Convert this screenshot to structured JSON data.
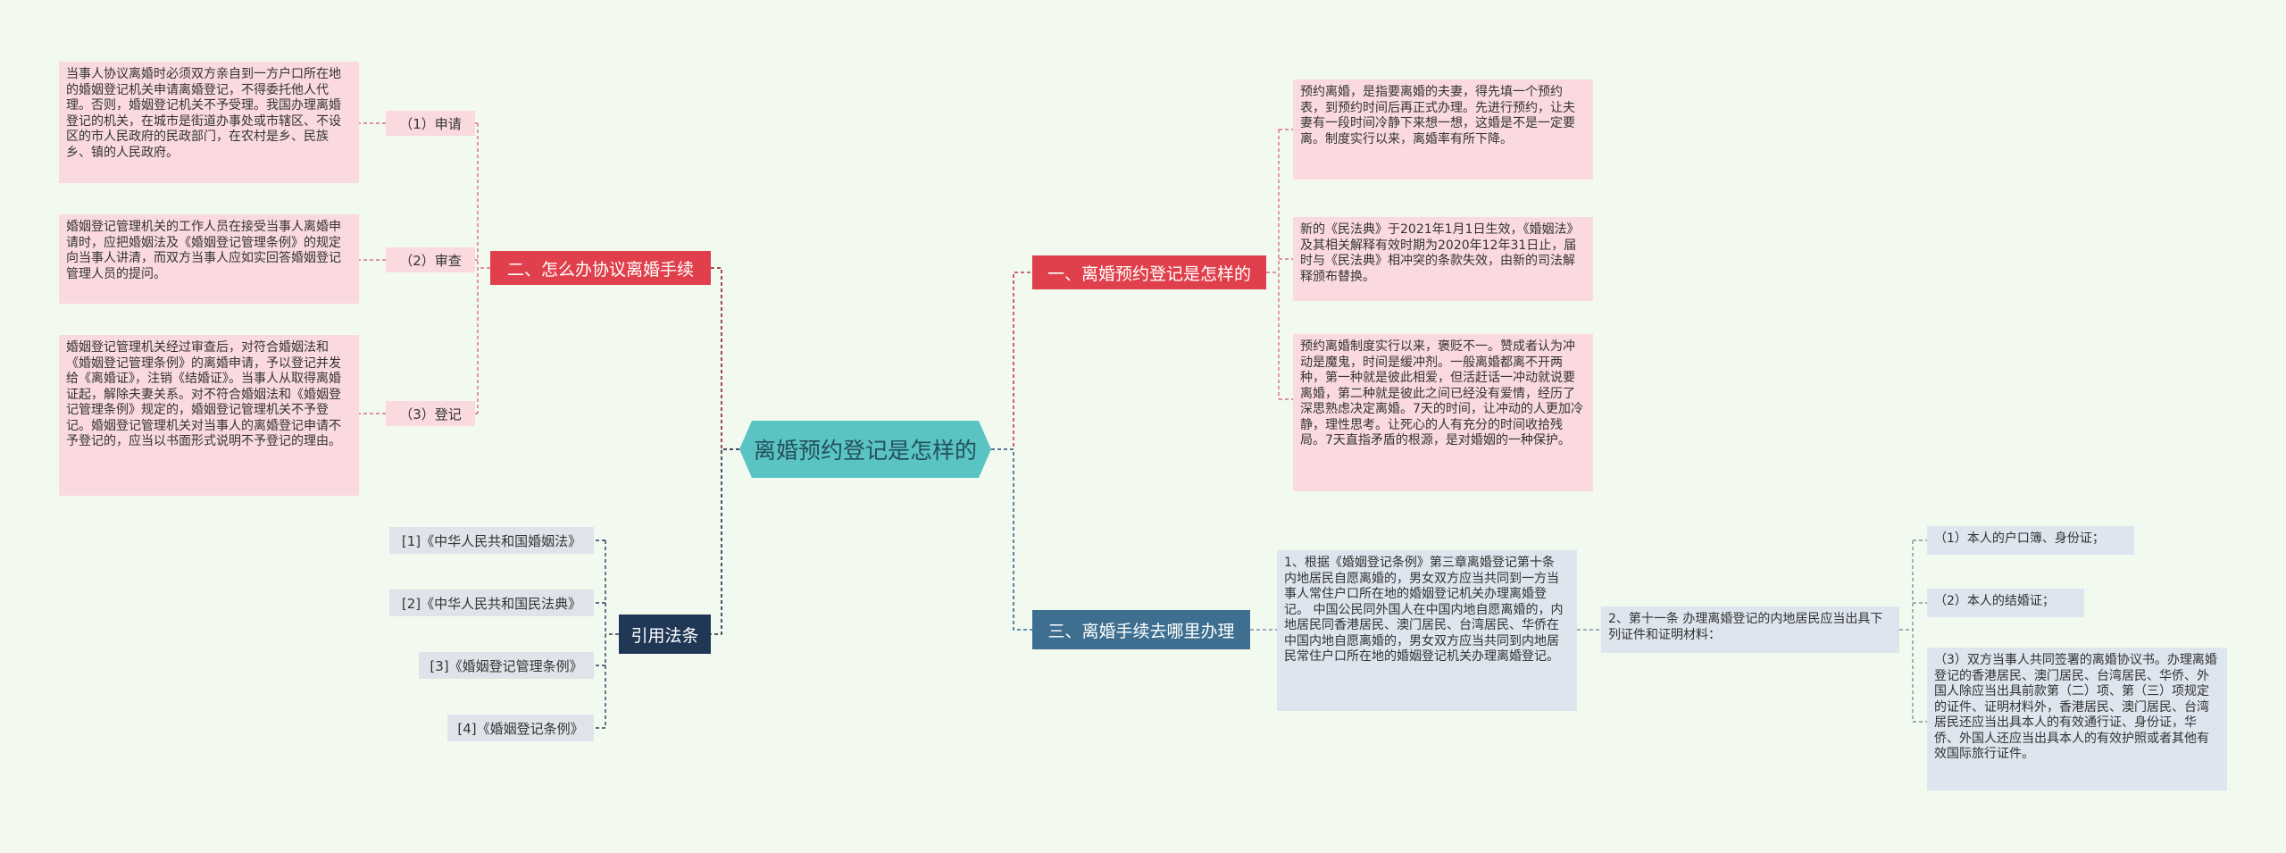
{
  "center": {
    "title": "离婚预约登记是怎样的"
  },
  "branches": {
    "b1": {
      "label": "一、离婚预约登记是怎样的"
    },
    "b2": {
      "label": "二、怎么办协议离婚手续"
    },
    "b3": {
      "label": "三、离婚手续去哪里办理"
    },
    "b4": {
      "label": "引用法条"
    }
  },
  "b1_items": [
    {
      "text": "预约离婚，是指要离婚的夫妻，得先填一个预约表，到预约时间后再正式办理。先进行预约，让夫妻有一段时间冷静下来想一想，这婚是不是一定要离。制度实行以来，离婚率有所下降。"
    },
    {
      "text": "新的《民法典》于2021年1月1日生效，《婚姻法》及其相关解释有效时期为2020年12年31日止，届时与《民法典》相冲突的条款失效，由新的司法解释颁布替换。"
    },
    {
      "text": "预约离婚制度实行以来，褒贬不一。赞成者认为冲动是魔鬼，时间是缓冲剂。一般离婚都离不开两种，第一种就是彼此相爱，但活赶话一冲动就说要离婚，第二种就是彼此之间已经没有爱情，经历了深思熟虑决定离婚。7天的时间，让冲动的人更加冷静，理性思考。让死心的人有充分的时间收拾残局。7天直指矛盾的根源，是对婚姻的一种保护。"
    }
  ],
  "b2_steps": [
    {
      "label": "（1）申请",
      "text": "当事人协议离婚时必须双方亲自到一方户口所在地的婚姻登记机关申请离婚登记，不得委托他人代理。否则，婚姻登记机关不予受理。我国办理离婚登记的机关，在城市是街道办事处或市辖区、不设区的市人民政府的民政部门，在农村是乡、民族乡、镇的人民政府。"
    },
    {
      "label": "（2）审查",
      "text": "婚姻登记管理机关的工作人员在接受当事人离婚申请时，应把婚姻法及《婚姻登记管理条例》的规定向当事人讲清，而双方当事人应如实回答婚姻登记管理人员的提问。"
    },
    {
      "label": "（3）登记",
      "text": "婚姻登记管理机关经过审查后，对符合婚姻法和《婚姻登记管理条例》的离婚申请，予以登记并发给《离婚证》，注销《结婚证》。当事人从取得离婚证起，解除夫妻关系。对不符合婚姻法和《婚姻登记管理条例》规定的，婚姻登记管理机关不予登记。婚姻登记管理机关对当事人的离婚登记申请不予登记的，应当以书面形式说明不予登记的理由。"
    }
  ],
  "b3": {
    "item1": "1、根据《婚姻登记条例》第三章离婚登记第十条 内地居民自愿离婚的，男女双方应当共同到一方当事人常住户口所在地的婚姻登记机关办理离婚登记。 中国公民同外国人在中国内地自愿离婚的，内地居民同香港居民、澳门居民、台湾居民、华侨在中国内地自愿离婚的，男女双方应当共同到内地居民常住户口所在地的婚姻登记机关办理离婚登记。",
    "item2": "2、第十一条 办理离婚登记的内地居民应当出具下列证件和证明材料：",
    "subitems": [
      {
        "text": "（1）本人的户口簿、身份证；"
      },
      {
        "text": "（2）本人的结婚证；"
      },
      {
        "text": "（3）双方当事人共同签署的离婚协议书。办理离婚登记的香港居民、澳门居民、台湾居民、华侨、外国人除应当出具前款第（二）项、第（三）项规定的证件、证明材料外，香港居民、澳门居民、台湾居民还应当出具本人的有效通行证、身份证，华侨、外国人还应当出具本人的有效护照或者其他有效国际旅行证件。"
      }
    ]
  },
  "b4_refs": [
    {
      "text": "[1]《中华人民共和国婚姻法》"
    },
    {
      "text": "[2]《中华人民共和国民法典》"
    },
    {
      "text": "[3]《婚姻登记管理条例》"
    },
    {
      "text": "[4]《婚姻登记条例》"
    }
  ],
  "colors": {
    "background": "#f2faf0",
    "center": "#5ac4c4",
    "red_branch": "#e0404b",
    "steel_branch": "#3e6f91",
    "navy_branch": "#213756",
    "pink_card": "#fadadf",
    "grey_card": "#e0e4ea"
  }
}
